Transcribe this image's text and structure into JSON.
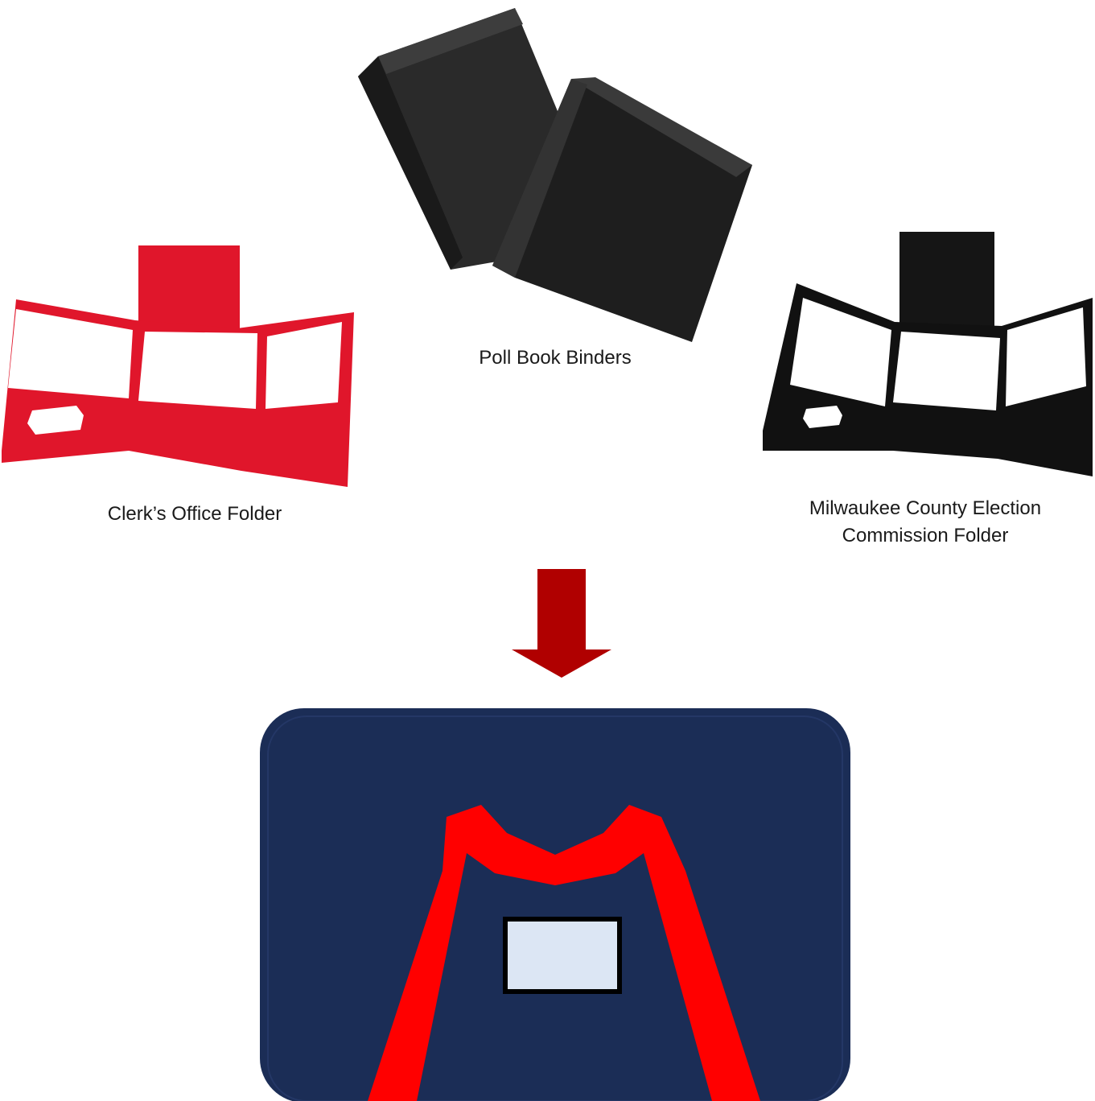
{
  "items": {
    "binders": {
      "label": "Poll Book Binders",
      "icon": "binder-icon",
      "color": "#1c1c1c"
    },
    "clerk_folder": {
      "label": "Clerk’s Office Folder",
      "icon": "folder-icon",
      "color": "#e0162b"
    },
    "mcec_folder": {
      "label": "Milwaukee County Election Commission Folder",
      "icon": "folder-icon",
      "color": "#111111"
    }
  },
  "result": {
    "icon": "combined-folder-icon",
    "arrow_icon": "arrow-down-icon",
    "colors": {
      "arrow": "#b00000",
      "panel": "#1b2d56",
      "band": "#ff0000",
      "window": "#dce6f4"
    }
  }
}
